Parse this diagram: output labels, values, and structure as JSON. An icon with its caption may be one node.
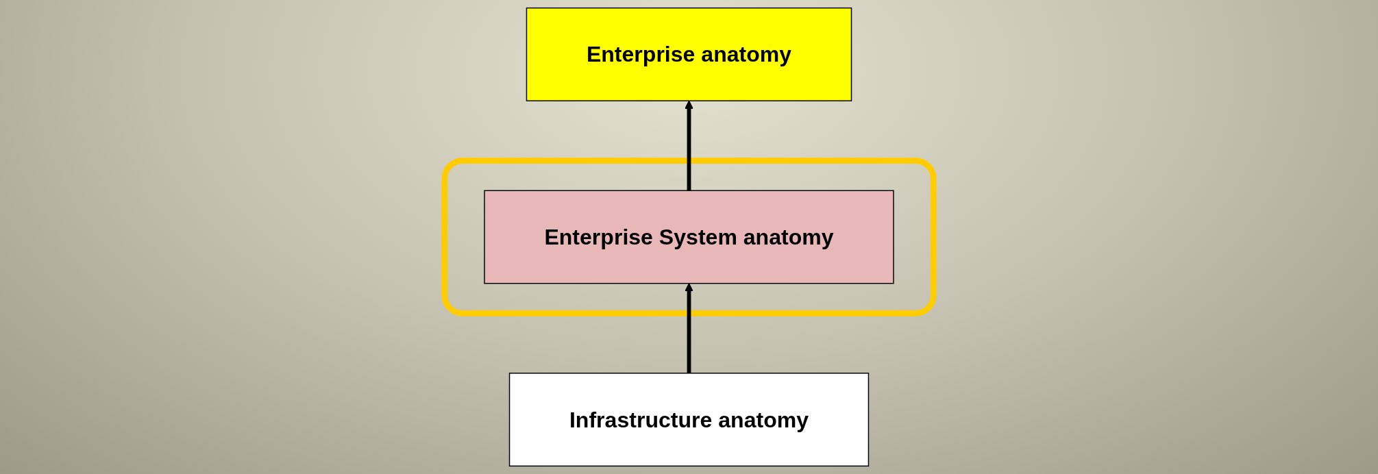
{
  "diagram": {
    "nodes": [
      {
        "text": [
          "Enterprise anatomy"
        ]
      },
      {
        "text": [],
        "shape": "box"
      },
      {
        "text": [
          "Enterprise System anatomy"
        ],
        "in": 1
      },
      {
        "text": [
          "Infrastructure anatomy"
        ]
      }
    ],
    "edges": [
      {
        "from": 3,
        "to": 2,
        "arrow": "to"
      },
      {
        "from": 2,
        "to": 0,
        "arrow": "to"
      }
    ]
  }
}
